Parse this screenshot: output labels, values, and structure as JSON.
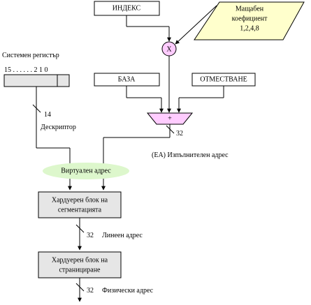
{
  "boxes": {
    "index": "ИНДЕКС",
    "base": "БАЗА",
    "displacement": "ОТМЕСТВАНЕ",
    "segmentation_line1": "Хардуерен блок на",
    "segmentation_line2": "сегментацията",
    "paging_line1": "Хардуерен блок на",
    "paging_line2": "странициране"
  },
  "scale": {
    "line1": "Мащабен",
    "line2": "коефициент",
    "line3": "1,2,4,8"
  },
  "multiply_symbol": "X",
  "adder_symbol": "+",
  "system_register": {
    "title": "Системен регистър",
    "bits": "15 . . . . . .   2  1  0"
  },
  "labels": {
    "descriptor_width": "14",
    "descriptor": "Дескриптор",
    "ea_width": "32",
    "ea": "(ЕА)  Изпълнителен адрес",
    "virtual_address": "Виртуален адрес",
    "linear_width": "32",
    "linear_address": "Линеен  адрес",
    "physical_width": "32",
    "physical_address": "Физически  адрес"
  },
  "colors": {
    "box_fill": "#e6e6e6",
    "scale_fill": "#ffffcc",
    "multiplier_fill": "#ffccff",
    "adder_fill": "#ffccff",
    "virtual_fill": "#ddf7cc",
    "stroke": "#000000"
  }
}
